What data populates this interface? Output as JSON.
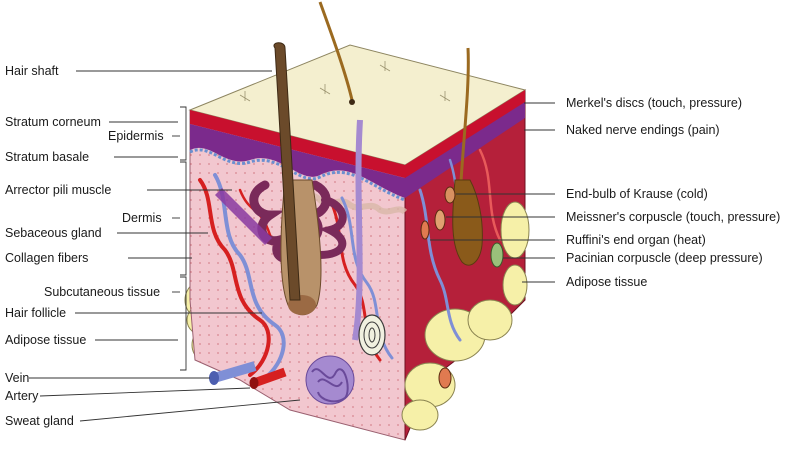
{
  "labels_left": {
    "hair_shaft": "Hair shaft",
    "stratum_corneum": "Stratum corneum",
    "epidermis": "Epidermis",
    "stratum_basale": "Stratum basale",
    "arrector_pili": "Arrector pili muscle",
    "dermis": "Dermis",
    "sebaceous_gland": "Sebaceous gland",
    "collagen_fibers": "Collagen fibers",
    "subcutaneous": "Subcutaneous tissue",
    "hair_follicle": "Hair follicle",
    "adipose_left": "Adipose tissue",
    "vein": "Vein",
    "artery": "Artery",
    "sweat_gland": "Sweat gland"
  },
  "labels_right": {
    "merkel": "Merkel's discs (touch, pressure)",
    "naked_nerve": "Naked nerve endings (pain)",
    "krause": "End-bulb of Krause (cold)",
    "meissner": "Meissner's corpuscle (touch, pressure)",
    "ruffini": "Ruffini's end organ (heat)",
    "pacinian": "Pacinian corpuscle (deep pressure)",
    "adipose_right": "Adipose tissue"
  },
  "colors": {
    "skin_top": "#f4efcf",
    "epidermis_red": "#c8102e",
    "epidermis_purple": "#7b2a8c",
    "dermis_pink": "#f2c7cf",
    "dermis_side": "#b5203a",
    "hair": "#6b4a2a",
    "fat": "#f6f0a8",
    "vein_blue": "#7f8fd6",
    "artery_red": "#d62020",
    "sweat_purple": "#a58ad0"
  }
}
